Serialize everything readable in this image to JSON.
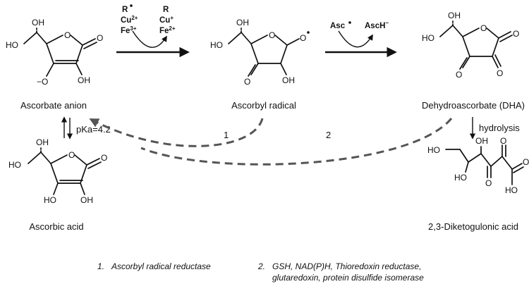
{
  "compounds": {
    "ascorbate_anion": "Ascorbate anion",
    "ascorbyl_radical": "Ascorbyl radical",
    "dha": "Dehydroascorbate (DHA)",
    "ascorbic_acid": "Ascorbic acid",
    "diketogulonic": "2,3-Diketogulonic acid"
  },
  "reagents": {
    "left_r": "R",
    "left_cu": "Cu",
    "left_cu_charge": "2+",
    "left_fe": "Fe",
    "left_fe_charge": "3+",
    "right_r": "R",
    "right_cu": "Cu",
    "right_cu_charge": "+",
    "right_fe": "Fe",
    "right_fe_charge": "2+",
    "asc": "Asc",
    "asch": "AscH",
    "asch_charge": "−"
  },
  "arrows": {
    "pka": "pKa=4.2",
    "hydrolysis": "hydrolysis",
    "path1": "1",
    "path2": "2"
  },
  "atoms": {
    "ho": "HO",
    "oh": "OH",
    "o": "O",
    "o_minus": "−O"
  },
  "footnotes": {
    "n1": "1.",
    "t1": "Ascorbyl radical reductase",
    "n2": "2.",
    "t2a": "GSH, NAD(P)H, Thioredoxin reductase,",
    "t2b": "glutaredoxin, protein disulfide isomerase"
  }
}
